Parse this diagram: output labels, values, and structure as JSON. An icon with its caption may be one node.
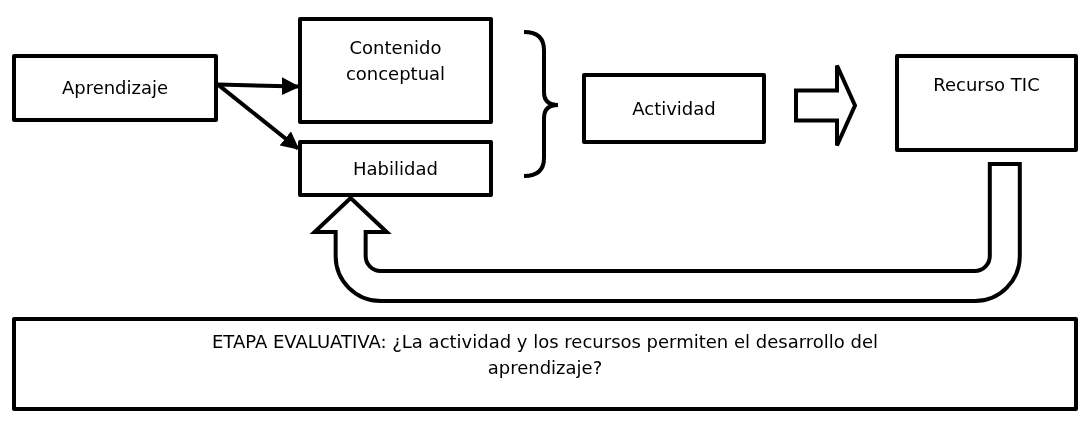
{
  "diagram": {
    "nodes": [
      {
        "text": [
          "Aprendizaje"
        ]
      },
      {
        "text": [
          "Contenido conceptual"
        ]
      },
      {
        "text": [
          "Habilidad"
        ]
      },
      {
        "text": [
          "Actividad"
        ]
      },
      {
        "text": [
          "Recurso TIC"
        ]
      },
      {
        "text": [
          "ETAPA EVALUATIVA: ¿La actividad y los recursos permiten el desarrollo del aprendizaje?"
        ]
      }
    ],
    "edges": [
      {
        "from": 0,
        "to": 1,
        "arrow": "to"
      },
      {
        "from": 0,
        "to": 2,
        "arrow": "to"
      },
      {
        "from": 3,
        "to": 4,
        "arrow": "to",
        "style": "thick"
      },
      {
        "from": 4,
        "to": 2,
        "arrow": "to",
        "style": "thick"
      }
    ]
  }
}
